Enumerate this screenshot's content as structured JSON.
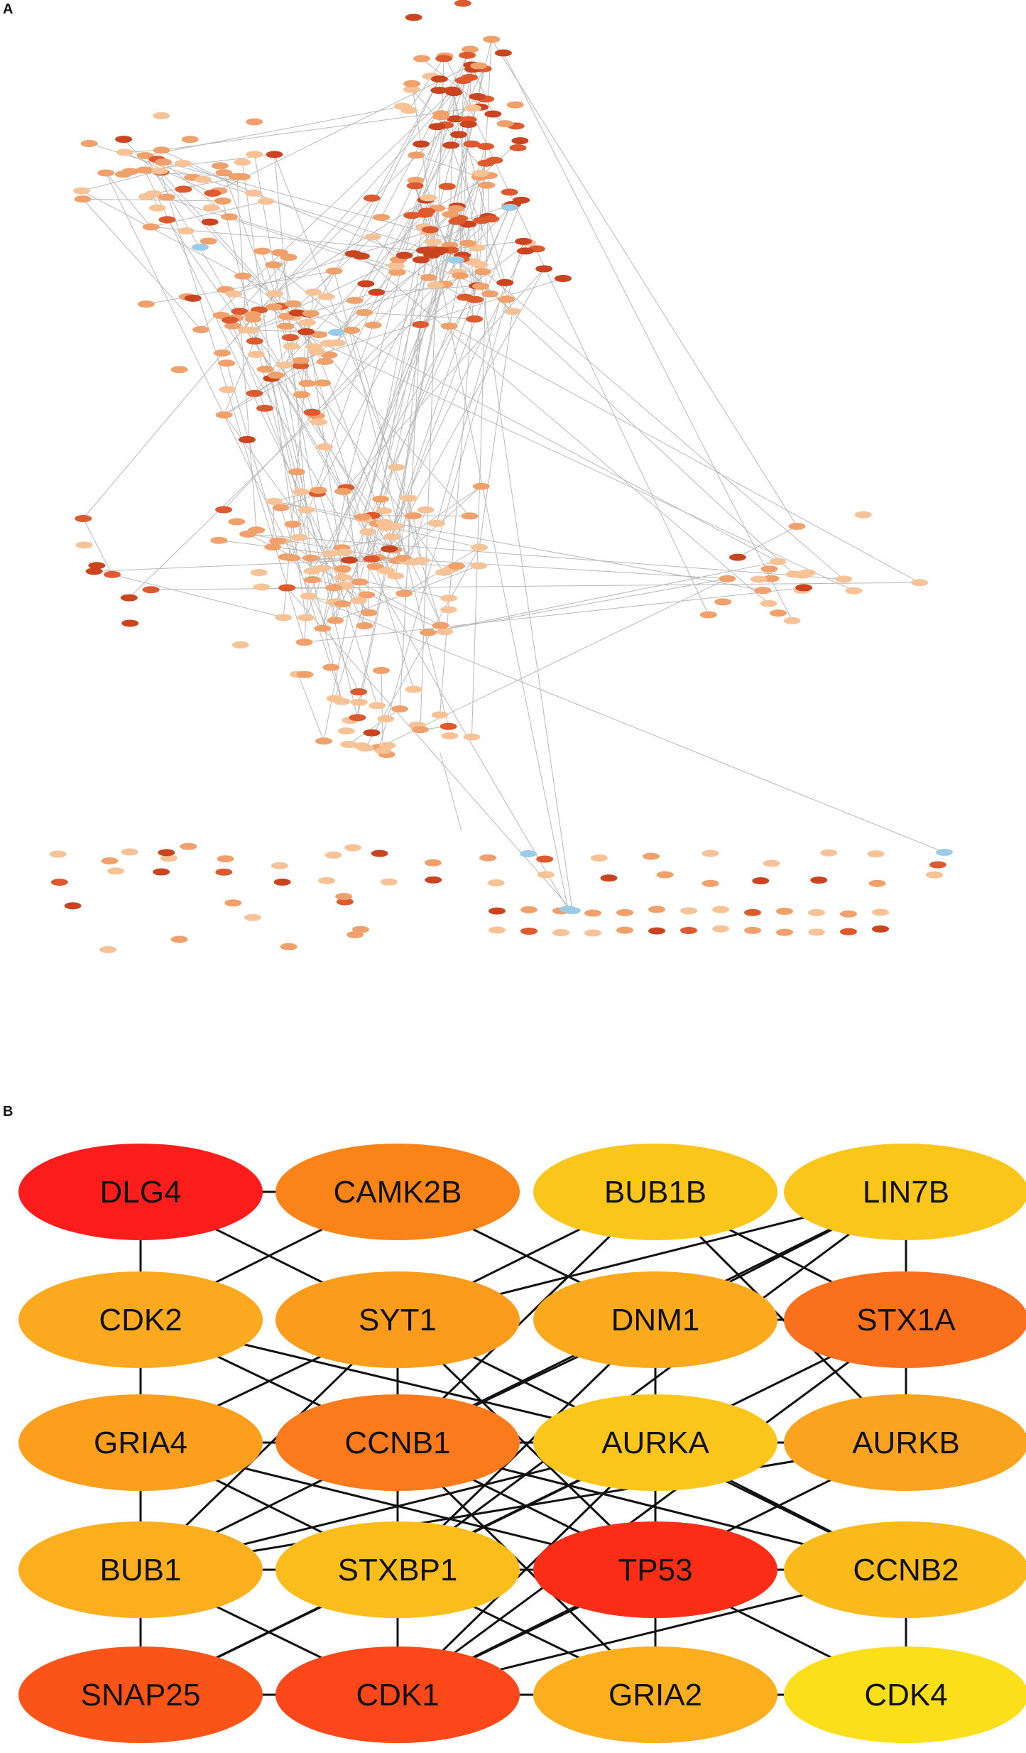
{
  "panels": {
    "a_label": "A",
    "b_label": "B"
  },
  "colors": {
    "edge": "#b8b8b8",
    "hub_edge": "#111111",
    "blue": "#9ccbe8",
    "light": "#f6c296",
    "mid": "#f0a06a",
    "dark": "#dd5a2e",
    "darker": "#c9441f"
  },
  "hub_network": {
    "nodes": [
      {
        "label": "DLG4",
        "color": "#fb1d1b"
      },
      {
        "label": "CAMK2B",
        "color": "#fb8418"
      },
      {
        "label": "BUB1B",
        "color": "#fbc61b"
      },
      {
        "label": "LIN7B",
        "color": "#fbc61b"
      },
      {
        "label": "CDK2",
        "color": "#fba91e"
      },
      {
        "label": "SYT1",
        "color": "#fb9c1c"
      },
      {
        "label": "DNM1",
        "color": "#fbaa1e"
      },
      {
        "label": "STX1A",
        "color": "#fb701c"
      },
      {
        "label": "GRIA4",
        "color": "#fb9f1d"
      },
      {
        "label": "CCNB1",
        "color": "#fb7a1c"
      },
      {
        "label": "AURKA",
        "color": "#fbc61b"
      },
      {
        "label": "AURKB",
        "color": "#fba31e"
      },
      {
        "label": "BUB1",
        "color": "#fbae1e"
      },
      {
        "label": "STXBP1",
        "color": "#fbbd1c"
      },
      {
        "label": "TP53",
        "color": "#fb2d17"
      },
      {
        "label": "CCNB2",
        "color": "#fbba1c"
      },
      {
        "label": "SNAP25",
        "color": "#fb5419"
      },
      {
        "label": "CDK1",
        "color": "#fb4719"
      },
      {
        "label": "GRIA2",
        "color": "#fbae1e"
      },
      {
        "label": "CDK4",
        "color": "#fbdf1b"
      }
    ],
    "edges": [
      [
        "DLG4",
        "CAMK2B"
      ],
      [
        "DLG4",
        "CDK2"
      ],
      [
        "DLG4",
        "SYT1"
      ],
      [
        "CAMK2B",
        "CDK2"
      ],
      [
        "CAMK2B",
        "DNM1"
      ],
      [
        "LIN7B",
        "STX1A"
      ],
      [
        "BUB1B",
        "STX1A"
      ],
      [
        "BUB1B",
        "AURKB"
      ],
      [
        "BUB1B",
        "SYT1"
      ],
      [
        "BUB1B",
        "CCNB1"
      ],
      [
        "LIN7B",
        "SYT1"
      ],
      [
        "LIN7B",
        "DNM1"
      ],
      [
        "LIN7B",
        "CCNB1"
      ],
      [
        "LIN7B",
        "STXBP1"
      ],
      [
        "CDK2",
        "GRIA4"
      ],
      [
        "CDK2",
        "CCNB1"
      ],
      [
        "CDK2",
        "BUB1"
      ],
      [
        "CDK2",
        "AURKA"
      ],
      [
        "SYT1",
        "CCNB1"
      ],
      [
        "SYT1",
        "STXBP1"
      ],
      [
        "SYT1",
        "TP53"
      ],
      [
        "SYT1",
        "GRIA4"
      ],
      [
        "SYT1",
        "BUB1"
      ],
      [
        "SYT1",
        "CCNB2"
      ],
      [
        "DNM1",
        "STX1A"
      ],
      [
        "DNM1",
        "CCNB1"
      ],
      [
        "DNM1",
        "GRIA2"
      ],
      [
        "DNM1",
        "STXBP1"
      ],
      [
        "STX1A",
        "AURKB"
      ],
      [
        "STX1A",
        "STXBP1"
      ],
      [
        "STX1A",
        "CDK1"
      ],
      [
        "GRIA4",
        "CCNB1"
      ],
      [
        "GRIA4",
        "STXBP1"
      ],
      [
        "GRIA4",
        "TP53"
      ],
      [
        "CCNB1",
        "AURKA"
      ],
      [
        "CCNB1",
        "BUB1"
      ],
      [
        "CCNB1",
        "STXBP1"
      ],
      [
        "CCNB1",
        "TP53"
      ],
      [
        "CCNB1",
        "CCNB2"
      ],
      [
        "CCNB1",
        "GRIA2"
      ],
      [
        "AURKA",
        "AURKB"
      ],
      [
        "AURKA",
        "STXBP1"
      ],
      [
        "AURKA",
        "BUB1"
      ],
      [
        "AURKA",
        "TP53"
      ],
      [
        "AURKA",
        "CCNB2"
      ],
      [
        "AURKA",
        "SNAP25"
      ],
      [
        "AURKA",
        "CDK1"
      ],
      [
        "AURKB",
        "BUB1"
      ],
      [
        "AURKB",
        "CDK1"
      ],
      [
        "BUB1",
        "STXBP1"
      ],
      [
        "BUB1",
        "CDK1"
      ],
      [
        "BUB1",
        "SNAP25"
      ],
      [
        "STXBP1",
        "TP53"
      ],
      [
        "STXBP1",
        "SNAP25"
      ],
      [
        "STXBP1",
        "CDK1"
      ],
      [
        "STXBP1",
        "GRIA2"
      ],
      [
        "TP53",
        "CDK1"
      ],
      [
        "TP53",
        "CCNB2"
      ],
      [
        "TP53",
        "CDK4"
      ],
      [
        "CCNB2",
        "CDK4"
      ],
      [
        "CCNB2",
        "CDK1"
      ],
      [
        "SNAP25",
        "CDK1"
      ],
      [
        "CDK1",
        "GRIA2"
      ],
      [
        "GRIA2",
        "CDK4"
      ],
      [
        "CDK1",
        "CDK4"
      ],
      [
        "SNAP25",
        "GRIA2"
      ],
      [
        "CCNB2",
        "CCNB1"
      ]
    ]
  }
}
